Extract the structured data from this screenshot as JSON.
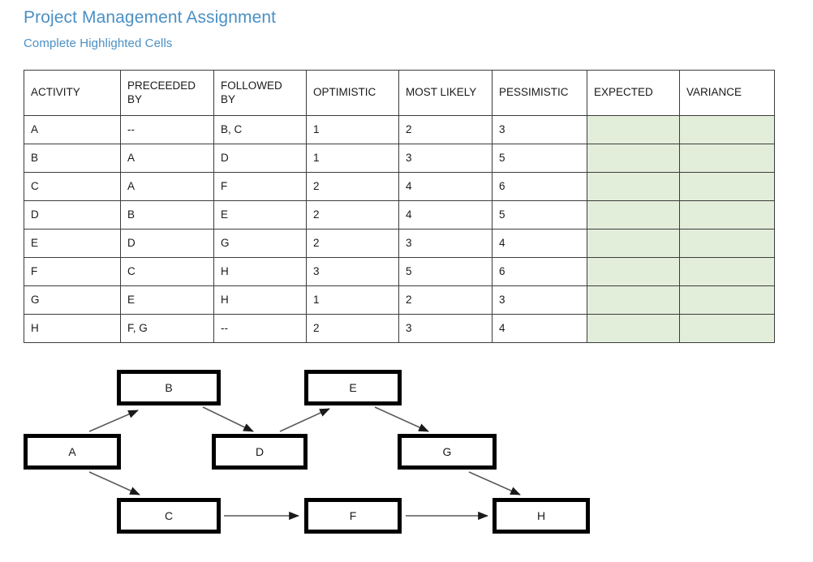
{
  "header": {
    "title": "Project Management Assignment",
    "subtitle": "Complete Highlighted Cells",
    "title_color": "#4a90c4"
  },
  "table": {
    "columns": [
      "ACTIVITY",
      "PRECEEDED BY",
      "FOLLOWED BY",
      "OPTIMISTIC",
      "MOST LIKELY",
      "PESSIMISTIC",
      "EXPECTED",
      "VARIANCE"
    ],
    "highlight_color": "#e2edda",
    "rows": [
      {
        "activity": "A",
        "preceded_by": "--",
        "followed_by": "B, C",
        "optimistic": "1",
        "most_likely": "2",
        "pessimistic": "3",
        "expected": "",
        "variance": ""
      },
      {
        "activity": "B",
        "preceded_by": "A",
        "followed_by": "D",
        "optimistic": "1",
        "most_likely": "3",
        "pessimistic": "5",
        "expected": "",
        "variance": ""
      },
      {
        "activity": "C",
        "preceded_by": "A",
        "followed_by": "F",
        "optimistic": "2",
        "most_likely": "4",
        "pessimistic": "6",
        "expected": "",
        "variance": ""
      },
      {
        "activity": "D",
        "preceded_by": "B",
        "followed_by": "E",
        "optimistic": "2",
        "most_likely": "4",
        "pessimistic": "5",
        "expected": "",
        "variance": ""
      },
      {
        "activity": "E",
        "preceded_by": "D",
        "followed_by": "G",
        "optimistic": "2",
        "most_likely": "3",
        "pessimistic": "4",
        "expected": "",
        "variance": ""
      },
      {
        "activity": "F",
        "preceded_by": "C",
        "followed_by": "H",
        "optimistic": "3",
        "most_likely": "5",
        "pessimistic": "6",
        "expected": "",
        "variance": ""
      },
      {
        "activity": "G",
        "preceded_by": "E",
        "followed_by": "H",
        "optimistic": "1",
        "most_likely": "2",
        "pessimistic": "3",
        "expected": "",
        "variance": ""
      },
      {
        "activity": "H",
        "preceded_by": "F, G",
        "followed_by": "--",
        "optimistic": "2",
        "most_likely": "3",
        "pessimistic": "4",
        "expected": "",
        "variance": ""
      }
    ]
  },
  "diagram": {
    "nodes": [
      {
        "id": "A",
        "label": "A"
      },
      {
        "id": "B",
        "label": "B"
      },
      {
        "id": "C",
        "label": "C"
      },
      {
        "id": "D",
        "label": "D"
      },
      {
        "id": "E",
        "label": "E"
      },
      {
        "id": "F",
        "label": "F"
      },
      {
        "id": "G",
        "label": "G"
      },
      {
        "id": "H",
        "label": "H"
      }
    ],
    "edges": [
      {
        "from": "A",
        "to": "B"
      },
      {
        "from": "A",
        "to": "C"
      },
      {
        "from": "B",
        "to": "D"
      },
      {
        "from": "C",
        "to": "F"
      },
      {
        "from": "D",
        "to": "E"
      },
      {
        "from": "E",
        "to": "G"
      },
      {
        "from": "F",
        "to": "H"
      },
      {
        "from": "G",
        "to": "H"
      }
    ],
    "edge_color": "#595959",
    "node_border_color": "#000000"
  }
}
